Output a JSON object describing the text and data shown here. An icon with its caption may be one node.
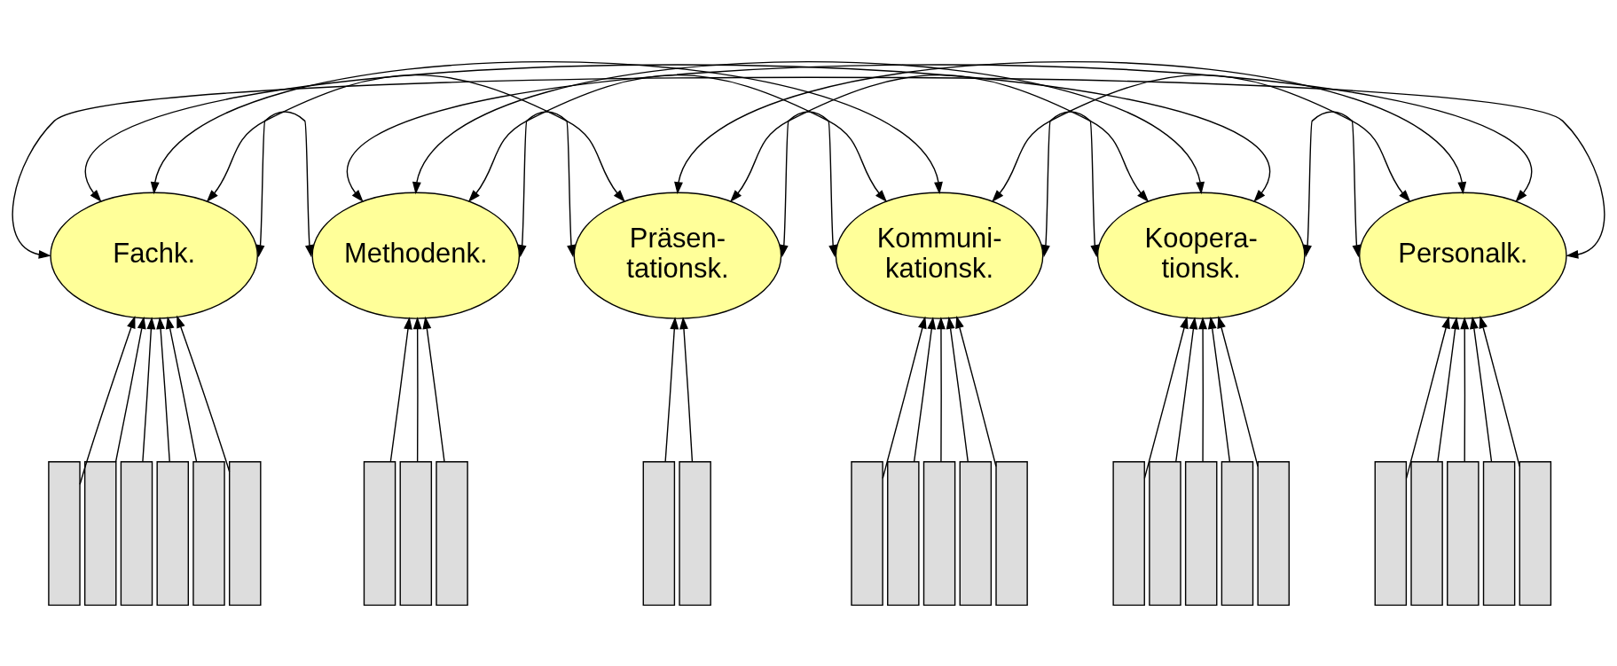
{
  "diagram": {
    "nodes": [
      {
        "text": [
          "Fachk."
        ]
      },
      {
        "text": [
          "Methodenk."
        ]
      },
      {
        "text": [
          "Präsen- tationsk."
        ]
      },
      {
        "text": [
          "Kommuni- kationsk."
        ]
      },
      {
        "text": [
          "Koopera- tionsk."
        ]
      },
      {
        "text": [
          "Personalk."
        ]
      },
      {
        "text": [],
        "shape": "box"
      },
      {
        "text": [],
        "shape": "box"
      },
      {
        "text": [],
        "shape": "box"
      },
      {
        "text": [],
        "shape": "box"
      },
      {
        "text": [],
        "shape": "box"
      },
      {
        "text": [],
        "shape": "box"
      },
      {
        "text": [],
        "shape": "box"
      },
      {
        "text": [],
        "shape": "box"
      },
      {
        "text": [],
        "shape": "box"
      },
      {
        "text": [],
        "shape": "box"
      },
      {
        "text": [],
        "shape": "box"
      },
      {
        "text": [],
        "shape": "box"
      },
      {
        "text": [],
        "shape": "box"
      },
      {
        "text": [],
        "shape": "box"
      },
      {
        "text": [],
        "shape": "box"
      },
      {
        "text": [],
        "shape": "box"
      },
      {
        "text": [],
        "shape": "box"
      },
      {
        "text": [],
        "shape": "box"
      },
      {
        "text": [],
        "shape": "box"
      },
      {
        "text": [],
        "shape": "box"
      },
      {
        "text": [],
        "shape": "box"
      },
      {
        "text": [],
        "shape": "box"
      },
      {
        "text": [],
        "shape": "box"
      },
      {
        "text": [],
        "shape": "box"
      },
      {
        "text": [],
        "shape": "box"
      },
      {
        "text": [],
        "shape": "box"
      }
    ],
    "edges": [
      {
        "from": 6,
        "to": 0,
        "arrow": "to"
      },
      {
        "from": 7,
        "to": 0,
        "arrow": "to"
      },
      {
        "from": 8,
        "to": 0,
        "arrow": "to"
      },
      {
        "from": 9,
        "to": 0,
        "arrow": "to"
      },
      {
        "from": 10,
        "to": 0,
        "arrow": "to"
      },
      {
        "from": 11,
        "to": 0,
        "arrow": "to"
      },
      {
        "from": 12,
        "to": 1,
        "arrow": "to"
      },
      {
        "from": 13,
        "to": 1,
        "arrow": "to"
      },
      {
        "from": 14,
        "to": 1,
        "arrow": "to"
      },
      {
        "from": 15,
        "to": 2,
        "arrow": "to"
      },
      {
        "from": 16,
        "to": 2,
        "arrow": "to"
      },
      {
        "from": 17,
        "to": 3,
        "arrow": "to"
      },
      {
        "from": 18,
        "to": 3,
        "arrow": "to"
      },
      {
        "from": 19,
        "to": 3,
        "arrow": "to"
      },
      {
        "from": 20,
        "to": 3,
        "arrow": "to"
      },
      {
        "from": 21,
        "to": 3,
        "arrow": "to"
      },
      {
        "from": 22,
        "to": 4,
        "arrow": "to"
      },
      {
        "from": 23,
        "to": 4,
        "arrow": "to"
      },
      {
        "from": 24,
        "to": 4,
        "arrow": "to"
      },
      {
        "from": 25,
        "to": 4,
        "arrow": "to"
      },
      {
        "from": 26,
        "to": 4,
        "arrow": "to"
      },
      {
        "from": 27,
        "to": 5,
        "arrow": "to"
      },
      {
        "from": 28,
        "to": 5,
        "arrow": "to"
      },
      {
        "from": 29,
        "to": 5,
        "arrow": "to"
      },
      {
        "from": 30,
        "to": 5,
        "arrow": "to"
      },
      {
        "from": 31,
        "to": 5,
        "arrow": "to"
      },
      {
        "from": 0,
        "to": 1,
        "arrow": "both"
      },
      {
        "from": 0,
        "to": 2,
        "arrow": "both"
      },
      {
        "from": 0,
        "to": 3,
        "arrow": "both"
      },
      {
        "from": 0,
        "to": 4,
        "arrow": "both"
      },
      {
        "from": 0,
        "to": 5,
        "arrow": "both"
      },
      {
        "from": 1,
        "to": 2,
        "arrow": "both"
      },
      {
        "from": 1,
        "to": 3,
        "arrow": "both"
      },
      {
        "from": 1,
        "to": 4,
        "arrow": "both"
      },
      {
        "from": 1,
        "to": 5,
        "arrow": "both"
      },
      {
        "from": 2,
        "to": 3,
        "arrow": "both"
      },
      {
        "from": 2,
        "to": 4,
        "arrow": "both"
      },
      {
        "from": 2,
        "to": 5,
        "arrow": "both"
      },
      {
        "from": 3,
        "to": 4,
        "arrow": "both"
      },
      {
        "from": 3,
        "to": 5,
        "arrow": "both"
      },
      {
        "from": 4,
        "to": 5,
        "arrow": "both"
      }
    ]
  }
}
